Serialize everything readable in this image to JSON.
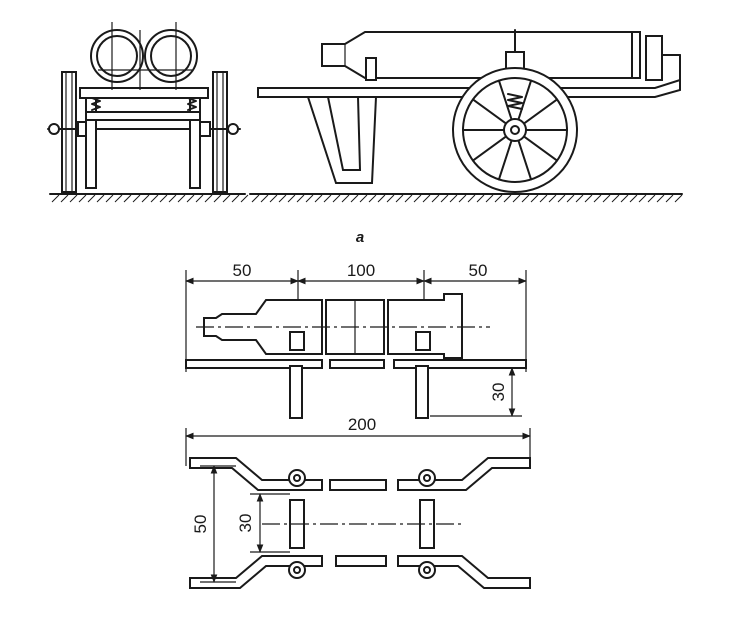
{
  "figure_label": "a",
  "dimensions": {
    "top_left": "50",
    "top_middle": "100",
    "top_right": "50",
    "height_right": "30",
    "overall_width": "200",
    "left_outer": "50",
    "left_inner": "30"
  },
  "colors": {
    "ink": "#1a1a1a",
    "paper": "#ffffff"
  }
}
